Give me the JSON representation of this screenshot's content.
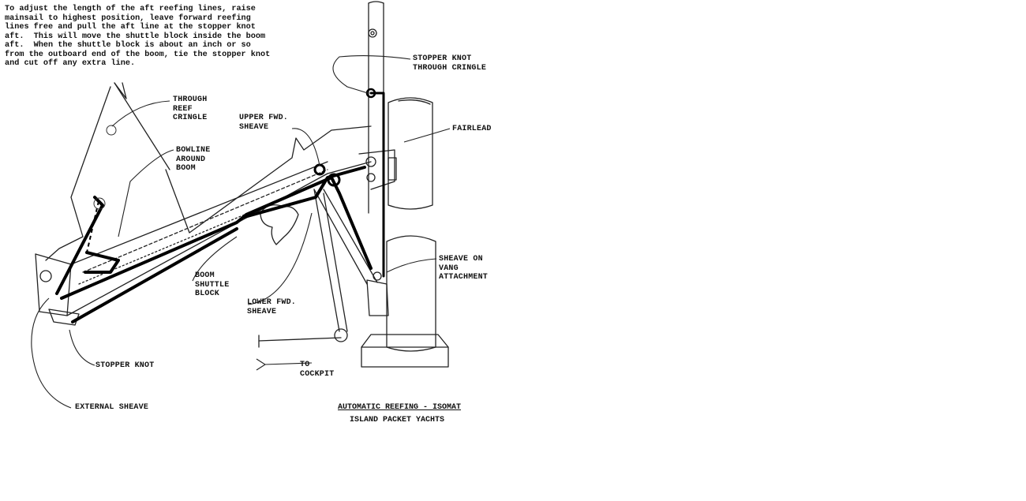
{
  "instructions": {
    "line1": "To adjust the length of the aft reefing lines, raise",
    "line2": "mainsail to highest position, leave forward reefing",
    "line3": "lines free and pull the aft line at the stopper knot",
    "line4": "aft.  This will move the shuttle block inside the boom",
    "line5": "aft.  When the shuttle block is about an inch or so",
    "line6": "from the outboard end of the boom, tie the stopper knot",
    "line7": "and cut off any extra line."
  },
  "labels": {
    "stopper_knot_cringle": "STOPPER KNOT\nTHROUGH CRINGLE",
    "fairlead": "FAIRLEAD",
    "through_reef_cringle": "THROUGH\nREEF\nCRINGLE",
    "upper_fwd_sheave": "UPPER FWD.\nSHEAVE",
    "bowline_around_boom": "BOWLINE\nAROUND\nBOOM",
    "sheave_on_vang": "SHEAVE ON\nVANG\nATTACHMENT",
    "boom_shuttle_block": "BOOM\nSHUTTLE\nBLOCK",
    "lower_fwd_sheave": "LOWER FWD.\nSHEAVE",
    "stopper_knot": "STOPPER KNOT",
    "to_cockpit": "TO\nCOCKPIT",
    "external_sheave": "EXTERNAL SHEAVE"
  },
  "caption": {
    "title": "AUTOMATIC REEFING - ISOMAT",
    "subtitle": "ISLAND PACKET YACHTS"
  }
}
